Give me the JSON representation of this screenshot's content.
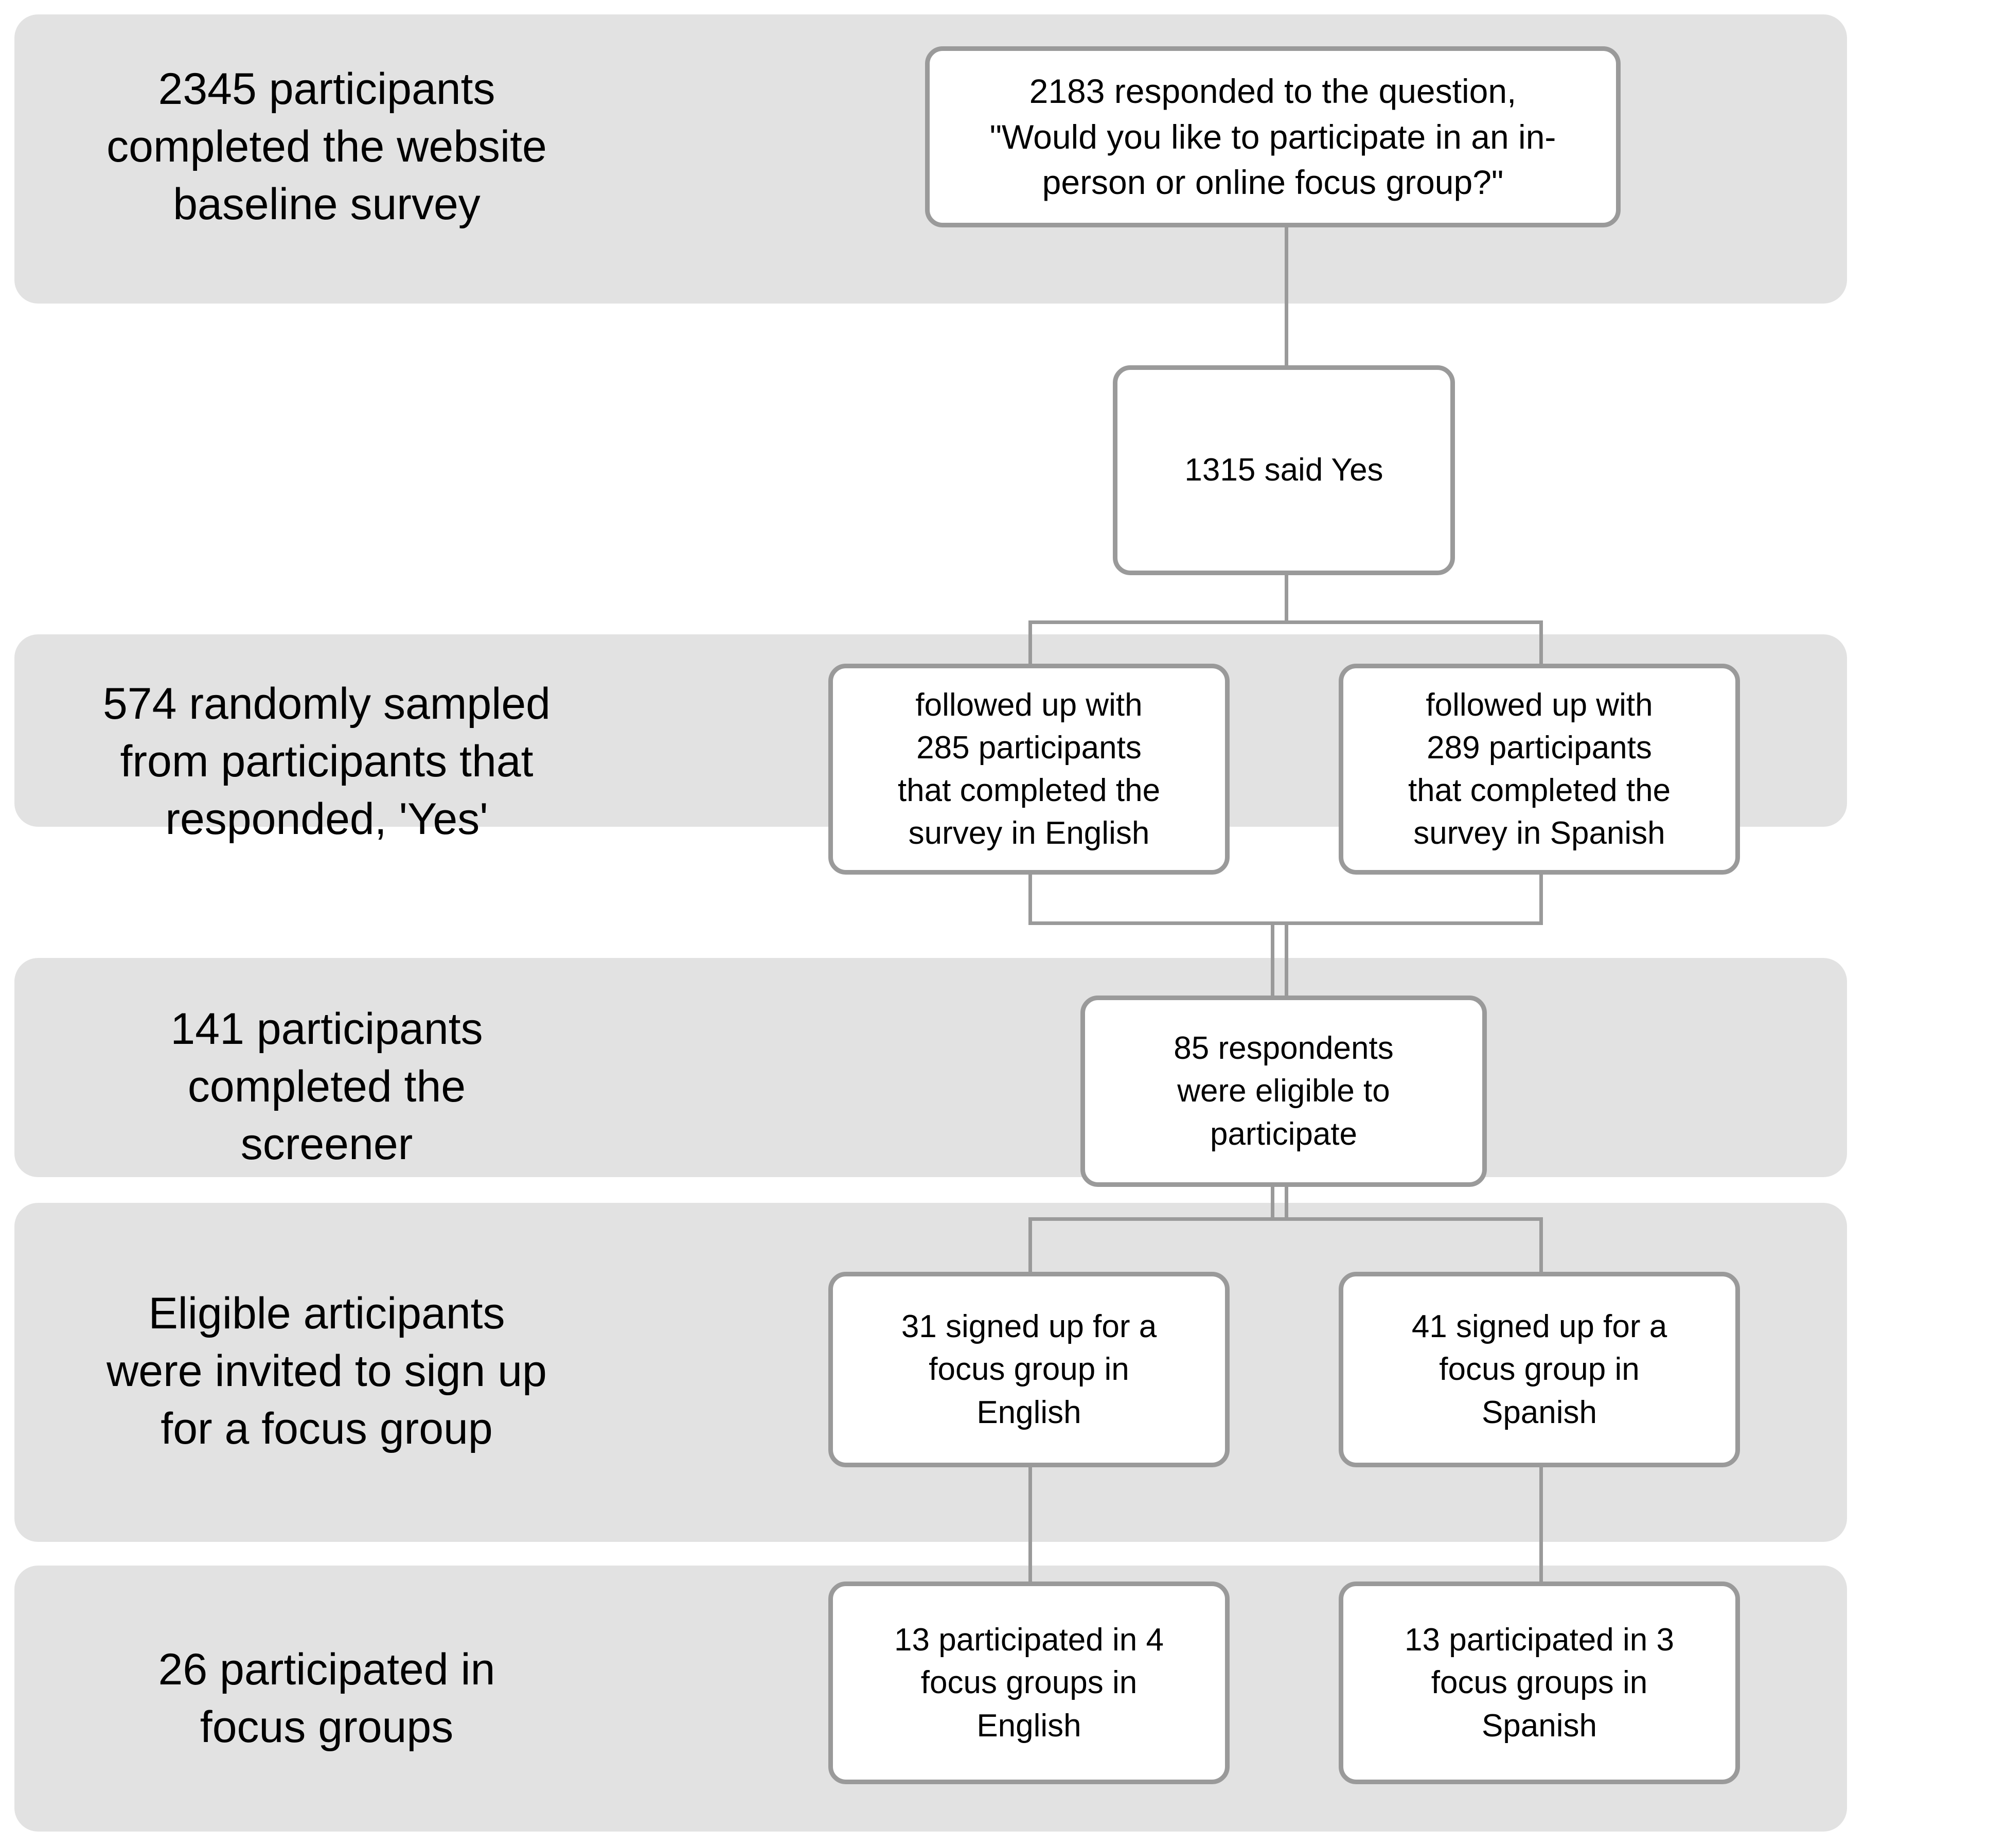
{
  "figure": {
    "type": "flowchart",
    "title": "Participant recruitment flow for focus groups",
    "colors": {
      "band_background": "#e2e2e2",
      "node_border": "#9a9a9a",
      "node_background": "#ffffff",
      "connector": "#9a9a9a",
      "page_background": "#ffffff",
      "text": "#000000"
    }
  },
  "bands": [
    {
      "id": "band-baseline",
      "label": "2345 participants\ncompleted the website\nbaseline survey"
    },
    {
      "id": "band-sampled",
      "label": "574 randomly sampled\nfrom participants that\nresponded, 'Yes'"
    },
    {
      "id": "band-screener",
      "label": "141 participants\ncompleted the\nscreener"
    },
    {
      "id": "band-invited",
      "label": "Eligible articipants\nwere invited to sign up\nfor a focus group"
    },
    {
      "id": "band-focus",
      "label": "26 participated in\nfocus groups"
    }
  ],
  "nodes": {
    "responded": {
      "text": "2183 responded to the question,\n\"Would you like to participate in an in-\nperson or online focus group?\""
    },
    "said_yes": {
      "text": "1315 said Yes"
    },
    "followup_english": {
      "text": "followed up with\n285 participants\nthat completed the\nsurvey in English"
    },
    "followup_spanish": {
      "text": "followed up with\n289 participants\nthat completed the\nsurvey in Spanish"
    },
    "eligible": {
      "text": "85 respondents\nwere eligible to\nparticipate"
    },
    "signup_english": {
      "text": "31 signed up for a\nfocus group in\nEnglish"
    },
    "signup_spanish": {
      "text": "41 signed up for a\nfocus group in\nSpanish"
    },
    "attended_english": {
      "text": "13 participated in 4\nfocus groups in\nEnglish"
    },
    "attended_spanish": {
      "text": "13 participated in 3\nfocus groups in\nSpanish"
    }
  },
  "chart_data": {
    "type": "flow",
    "title": "Participant recruitment flow for focus groups",
    "stages": [
      {
        "stage": "completed website baseline survey",
        "n": 2345
      },
      {
        "stage": "responded to focus group question",
        "n": 2183
      },
      {
        "stage": "said Yes",
        "n": 1315
      },
      {
        "stage": "randomly sampled from those who responded Yes",
        "n": 574
      },
      {
        "stage": "followed up – survey in English",
        "n": 285
      },
      {
        "stage": "followed up – survey in Spanish",
        "n": 289
      },
      {
        "stage": "completed the screener",
        "n": 141
      },
      {
        "stage": "eligible to participate",
        "n": 85
      },
      {
        "stage": "signed up for a focus group in English",
        "n": 31
      },
      {
        "stage": "signed up for a focus group in Spanish",
        "n": 41
      },
      {
        "stage": "participated in focus groups",
        "n": 26
      },
      {
        "stage": "participated in 4 focus groups in English",
        "n": 13
      },
      {
        "stage": "participated in 3 focus groups in Spanish",
        "n": 13
      }
    ]
  }
}
